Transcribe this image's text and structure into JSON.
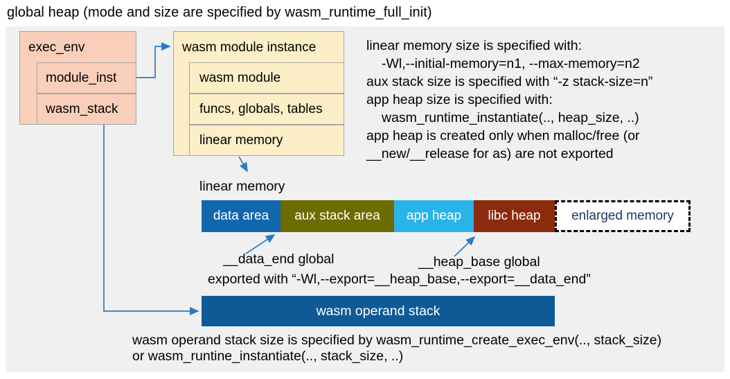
{
  "title": "global heap (mode and size are specified by wasm_runtime_full_init)",
  "exec_env": {
    "title": "exec_env",
    "fields": [
      "module_inst",
      "wasm_stack"
    ]
  },
  "module_instance": {
    "title": "wasm module instance",
    "fields": [
      "wasm module",
      "funcs, globals, tables",
      "linear memory"
    ]
  },
  "notes_right": {
    "lines": [
      "linear memory size is specified with:",
      "-Wl,--initial-memory=n1, --max-memory=n2",
      "aux stack size is specified with “-z stack-size=n”",
      "app heap size is specified with:",
      "wasm_runtime_instantiate(.., heap_size, ..)",
      "app heap is created only when malloc/free (or",
      "__new/__release for as) are not exported"
    ]
  },
  "linear_memory": {
    "label": "linear memory",
    "segments": [
      {
        "label": "data area",
        "color": "#1167ae"
      },
      {
        "label": "aux stack area",
        "color": "#6c6c00"
      },
      {
        "label": "app heap",
        "color": "#29b4e9"
      },
      {
        "label": "libc heap",
        "color": "#8b2b0d"
      }
    ],
    "enlarged": {
      "label": "enlarged memory",
      "text_color": "#1f3864",
      "border": "dashed black"
    }
  },
  "annotations": {
    "data_end": "__data_end global",
    "heap_base": "__heap_base global",
    "exported": "exported with “-Wl,--export=__heap_base,--export=__data_end”"
  },
  "operand_stack": {
    "label": "wasm operand stack",
    "color": "#0f5a96",
    "note_line1": "wasm operand stack size is specified by wasm_runtime_create_exec_env(.., stack_size)",
    "note_line2": "or wasm_runtine_instantiate(.., stack_size, ..)"
  },
  "colors": {
    "panel_background": "#f0f0f0",
    "exec_env_box": "#f9ceba",
    "module_instance_box": "#fcefc8",
    "box_border": "#a6a6a6",
    "connector_arrow": "#2e79bd"
  }
}
